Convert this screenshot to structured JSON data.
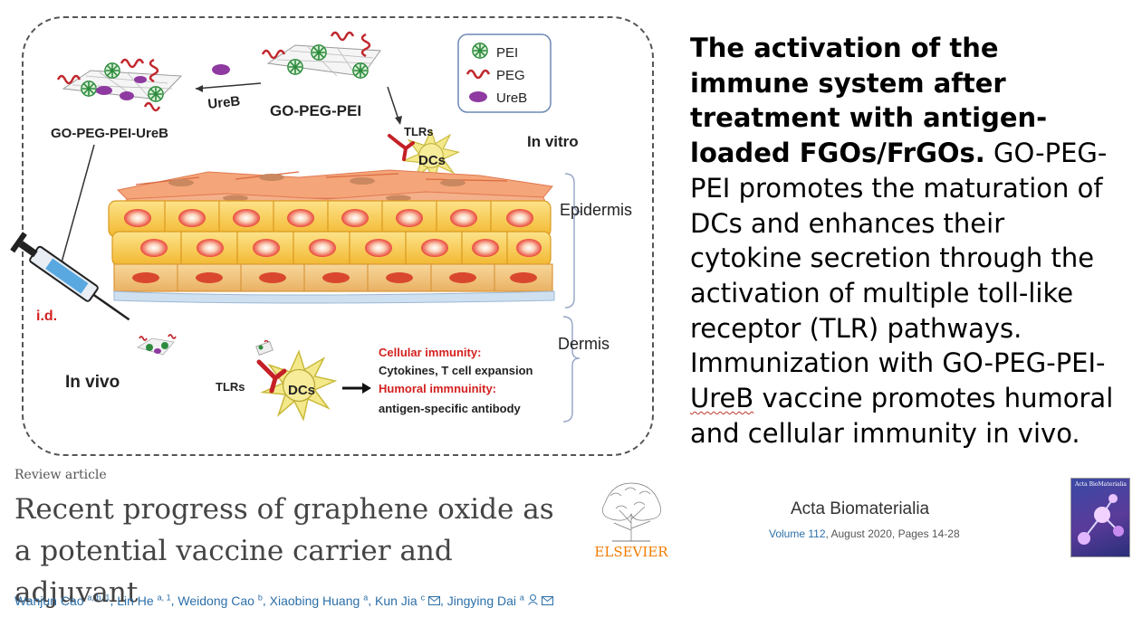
{
  "figure": {
    "labels": {
      "go_peg_pei_ureb": "GO-PEG-PEI-UreB",
      "ureb_arrow": "UreB",
      "go_peg_pei": "GO-PEG-PEI",
      "tlrs_top": "TLRs",
      "dcs_top": "DCs",
      "in_vitro": "In vitro",
      "epidermis": "Epidermis",
      "dermis": "Dermis",
      "id": "i.d.",
      "in_vivo": "In vivo",
      "tlrs_bottom": "TLRs",
      "dcs_bottom": "DCs",
      "cellular_immunity": "Cellular immunity:",
      "cytokines": "Cytokines, T cell expansion",
      "humoral_immunity": "Humoral immnuinity:",
      "antibody": "antigen-specific antibody"
    },
    "legend": [
      {
        "label": "PEI",
        "icon": "pei-icon"
      },
      {
        "label": "PEG",
        "icon": "peg-icon"
      },
      {
        "label": "UreB",
        "icon": "ureb-icon"
      }
    ],
    "colors": {
      "pei": "#2e8b3e",
      "peg": "#c0282d",
      "ureb": "#8e3aa0",
      "cell": "#f7c548",
      "cell_nucleus": "#e9473a",
      "dc": "#f0e07a",
      "red_text": "#d42020"
    }
  },
  "summary": {
    "heading": "The activation of the immune system after treatment with antigen-loaded FGOs/FrGOs.",
    "body_before": "GO-PEG-PEI promotes the maturation of DCs and enhances their cytokine secretion through the activation of multiple toll-like receptor (TLR) pathways. Immunization with GO-PEG-PEI-",
    "body_underlined": "UreB",
    "body_after": " vaccine promotes humoral and cellular immunity in vivo."
  },
  "article": {
    "type": "Review article",
    "title": "Recent progress of graphene oxide as a potential vaccine carrier and adjuvant",
    "authors": [
      {
        "name": "Wanjun Cao",
        "sup": "a, b, 1"
      },
      {
        "name": "Lin He",
        "sup": "a, 1"
      },
      {
        "name": "Weidong Cao",
        "sup": "b"
      },
      {
        "name": "Xiaobing Huang",
        "sup": "a"
      },
      {
        "name": "Kun Jia",
        "sup": "c"
      },
      {
        "name": "Jingying Dai",
        "sup": "a"
      }
    ],
    "icons": [
      "mail-icon",
      "person-icon"
    ]
  },
  "publisher": {
    "name": "ELSEVIER",
    "logo_icon": "elsevier-tree-icon"
  },
  "journal": {
    "name": "Acta Biomaterialia",
    "volume": "Volume 112",
    "details": ", August 2020, Pages 14-28",
    "cover_title": "Acta BioMaterialia"
  }
}
